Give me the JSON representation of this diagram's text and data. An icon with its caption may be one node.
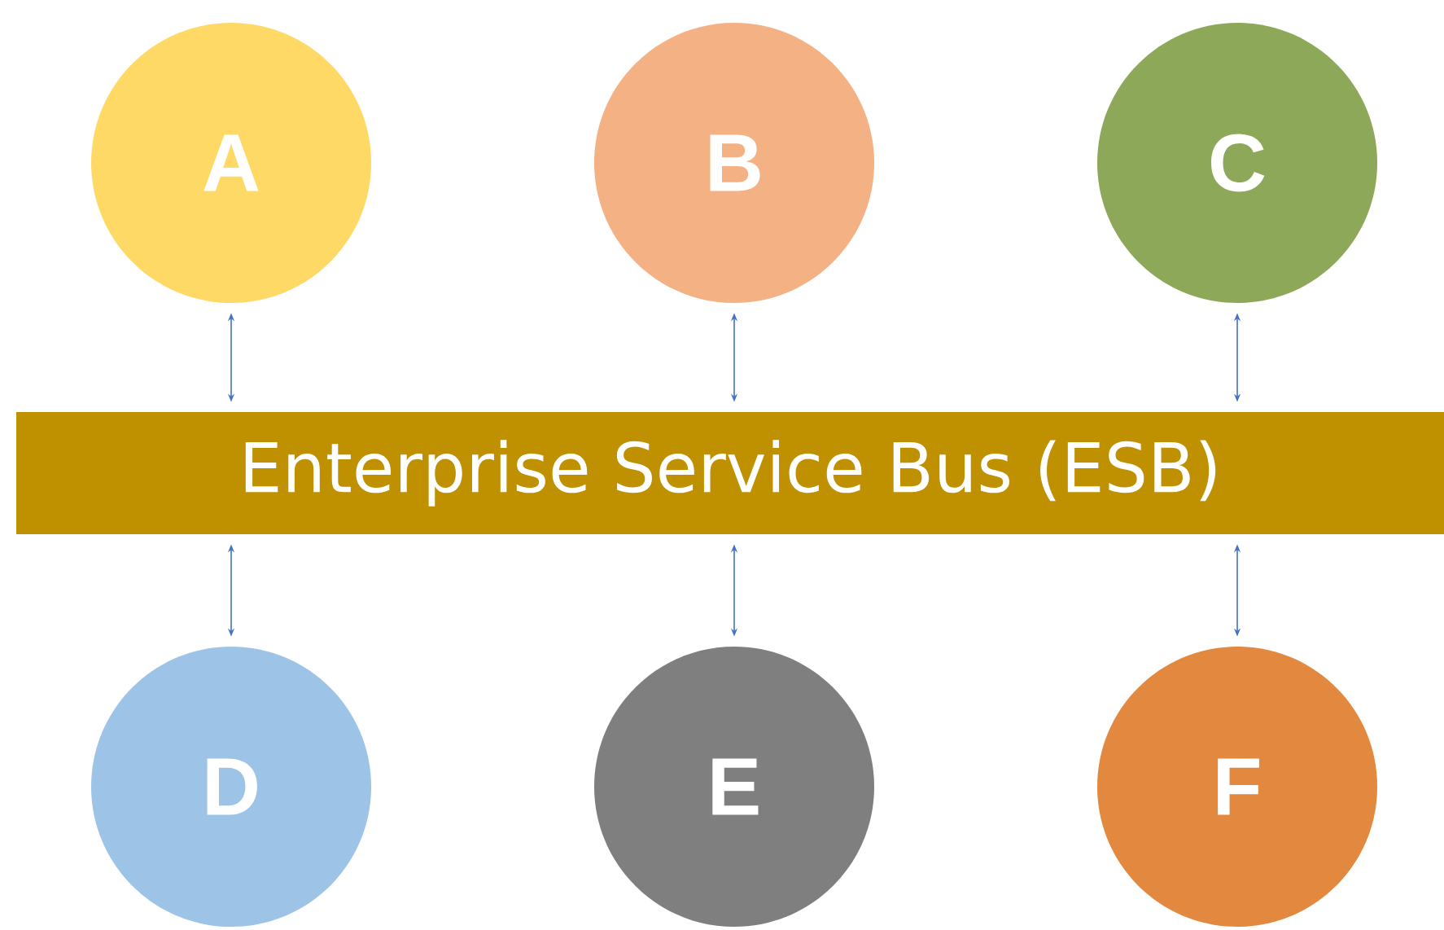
{
  "diagram": {
    "nodes": [
      {
        "text": [
          "A"
        ]
      },
      {
        "text": [
          "B"
        ]
      },
      {
        "text": [
          "C"
        ]
      },
      {
        "text": [
          "Enterprise Service Bus (ESB)"
        ]
      },
      {
        "text": [
          "D"
        ]
      },
      {
        "text": [
          "E"
        ]
      },
      {
        "text": [
          "F"
        ]
      }
    ],
    "edges": [
      {
        "from": 0,
        "to": 3,
        "arrow": "both"
      },
      {
        "from": 1,
        "to": 3,
        "arrow": "both"
      },
      {
        "from": 2,
        "to": 3,
        "arrow": "both"
      },
      {
        "from": 4,
        "to": 3,
        "arrow": "both"
      },
      {
        "from": 5,
        "to": 3,
        "arrow": "both"
      },
      {
        "from": 6,
        "to": 3,
        "arrow": "both"
      }
    ]
  }
}
